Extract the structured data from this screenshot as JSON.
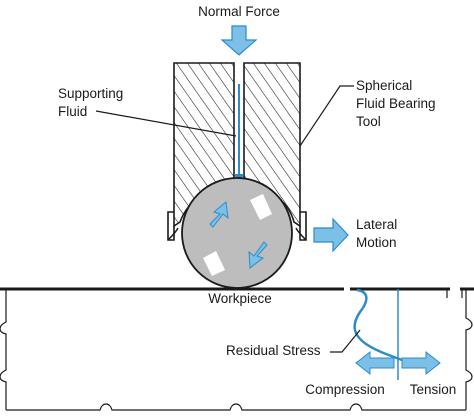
{
  "labels": {
    "normal_force": "Normal Force",
    "supporting_fluid_line1": "Supporting",
    "supporting_fluid_line2": "Fluid",
    "tool_line1": "Spherical",
    "tool_line2": "Fluid Bearing",
    "tool_line3": "Tool",
    "lateral_line1": "Lateral",
    "lateral_line2": "Motion",
    "workpiece": "Workpiece",
    "residual_stress": "Residual Stress",
    "compression": "Compression",
    "tension": "Tension"
  },
  "colors": {
    "arrow_fill": "#7cc0e8",
    "arrow_stroke": "#2b8ccb",
    "fluid_line": "#2b8ccb",
    "ball_fill": "#bdbdbd",
    "outline": "#1a1a1a"
  }
}
